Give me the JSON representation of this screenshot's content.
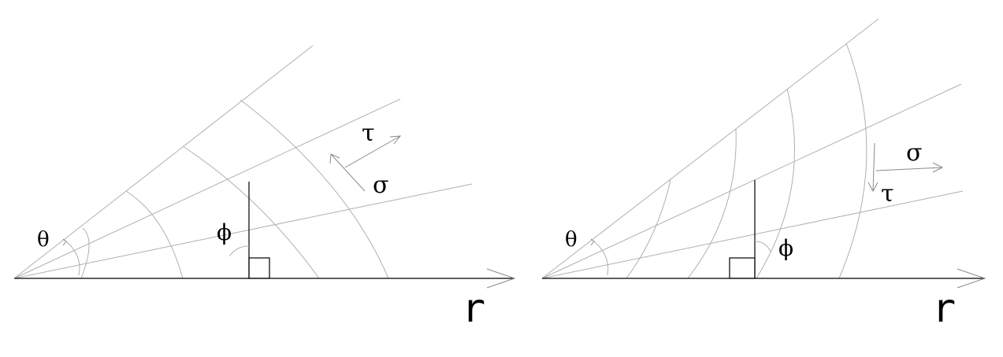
{
  "colors": {
    "background": "#ffffff",
    "gridline": "#b0b0b0",
    "axis": "#000000",
    "arrow": "#8a8a8a"
  },
  "left_panel": {
    "theta": "θ",
    "phi": "ϕ",
    "tau": "τ",
    "sigma": "σ",
    "r": "r"
  },
  "right_panel": {
    "theta": "θ",
    "phi": "ϕ",
    "tau": "τ",
    "sigma": "σ",
    "r": "r"
  }
}
